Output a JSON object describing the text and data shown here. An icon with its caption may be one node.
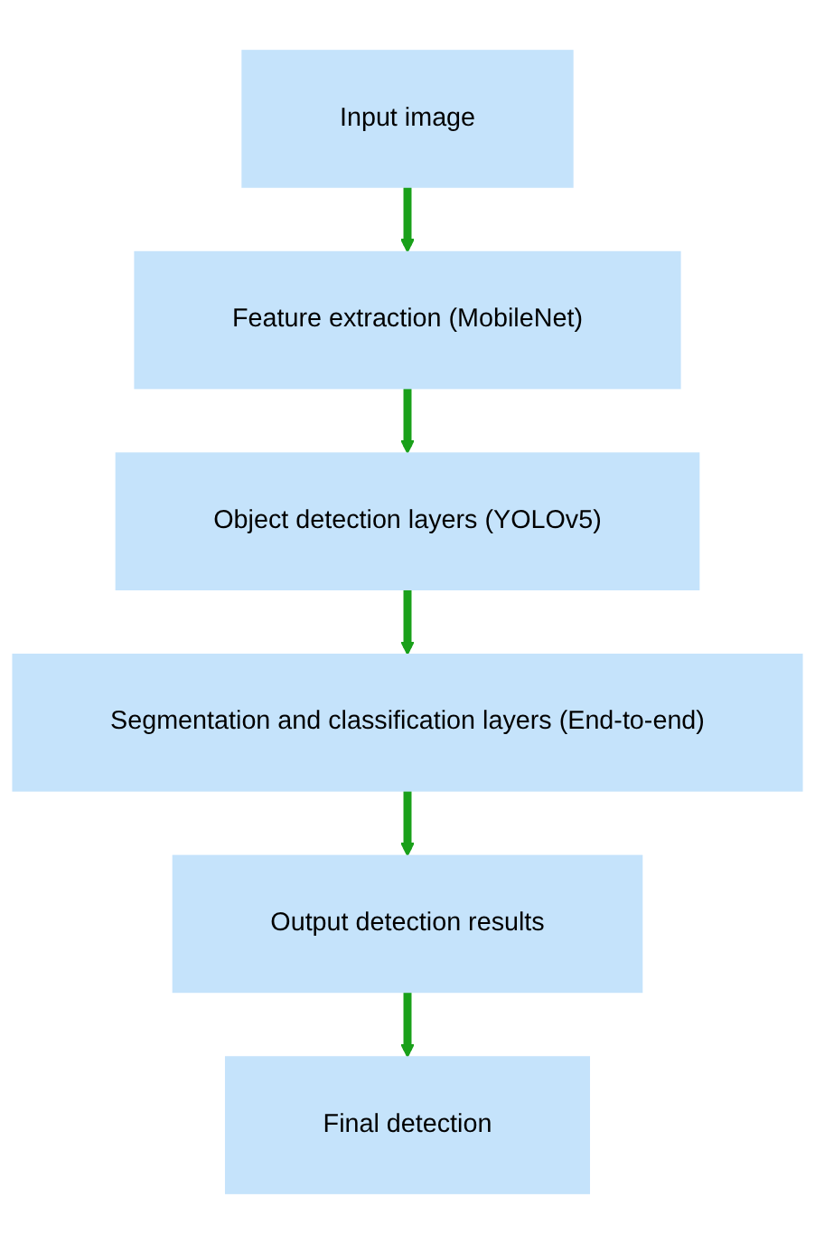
{
  "diagram": {
    "nodes": [
      {
        "text": [
          "Input image"
        ]
      },
      {
        "text": [
          "Feature extraction (MobileNet)"
        ]
      },
      {
        "text": [
          "Object detection layers (YOLOv5)"
        ]
      },
      {
        "text": [
          "Segmentation and classification layers (End-to-end)"
        ]
      },
      {
        "text": [
          "Output detection results"
        ]
      },
      {
        "text": [
          "Final detection"
        ]
      }
    ],
    "edges": [
      {
        "from": 0,
        "to": 1,
        "arrow": "to"
      },
      {
        "from": 1,
        "to": 2,
        "arrow": "to"
      },
      {
        "from": 2,
        "to": 3,
        "arrow": "to"
      },
      {
        "from": 3,
        "to": 4,
        "arrow": "to"
      },
      {
        "from": 4,
        "to": 5,
        "arrow": "to"
      }
    ]
  }
}
